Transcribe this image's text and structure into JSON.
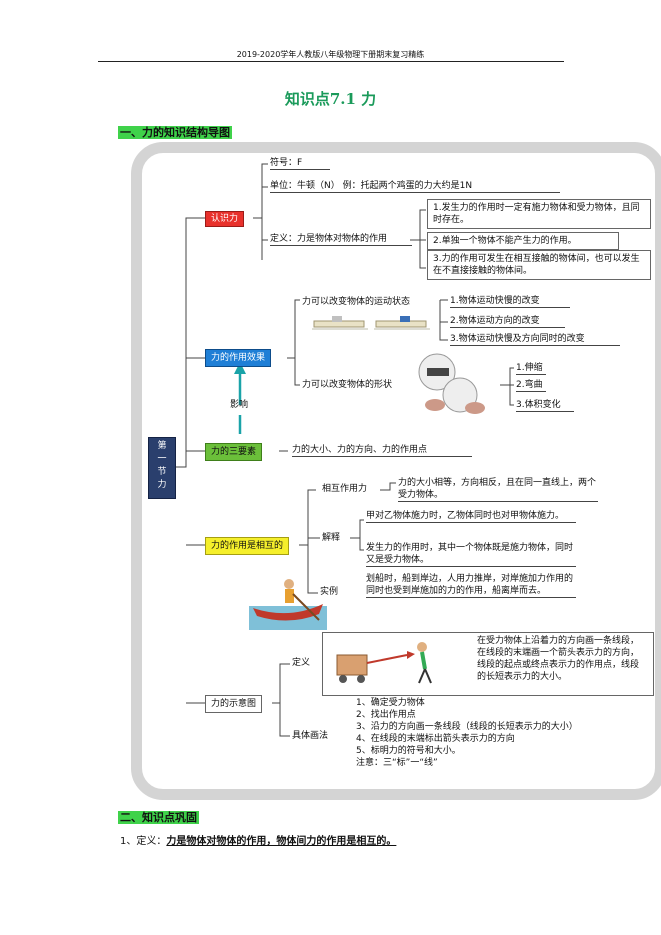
{
  "header": "2019-2020学年人教版八年级物理下册期末复习精练",
  "title": "知识点7.1  力",
  "section1": "一、力的知识结构导图",
  "center_node": "第\n一\n节\n力",
  "nodes": {
    "know_force": "认识力",
    "effect": "力的作用效果",
    "influence": "影响",
    "three_elements": "力的三要素",
    "mutual": "力的作用是相互的",
    "diagram": "力的示意图"
  },
  "know": {
    "symbol": "符号：F",
    "unit": "单位：牛顿（N）    例：托起两个鸡蛋的力大约是1N",
    "definition": "定义：力是物体对物体的作用",
    "def_1": "1.发生力的作用时一定有施力物体和受力物体，且同时存在。",
    "def_2": "2.单独一个物体不能产生力的作用。",
    "def_3": "3.力的作用可发生在相互接触的物体间，也可以发生在不直接接触的物体间。"
  },
  "effect": {
    "motion": "力可以改变物体的运动状态",
    "motion_1": "1.物体运动快慢的改变",
    "motion_2": "2.物体运动方向的改变",
    "motion_3": "3.物体运动快慢及方向同时的改变",
    "shape": "力可以改变物体的形状",
    "shape_1": "1.伸缩",
    "shape_2": "2.弯曲",
    "shape_3": "3.体积变化"
  },
  "three_text": "力的大小、力的方向、力的作用点",
  "mutual": {
    "interact_label": "相互作用力",
    "interact_text": "力的大小相等，方向相反，且在同一直线上，两个受力物体。",
    "explain_label": "解释",
    "explain_1": "甲对乙物体施力时，乙物体同时也对甲物体施力。",
    "explain_2": "发生力的作用时，其中一个物体既是施力物体，同时又是受力物体。",
    "example_label": "实例",
    "example_text": "划船时，船到岸边，人用力推岸，对岸施加力作用的同时也受到岸施加的力的作用，船离岸而去。"
  },
  "diagram": {
    "define_label": "定义",
    "define_text": "在受力物体上沿着力的方向画一条线段，在线段的末端画一个箭头表示力的方向，线段的起点或终点表示力的作用点，线段的长短表示力的大小。",
    "method_label": "具体画法",
    "steps": [
      "1、确定受力物体",
      "2、找出作用点",
      "3、沿力的方向画一条线段（线段的长短表示力的大小）",
      "4、在线段的末端标出箭头表示力的方向",
      "5、标明力的符号和大小。"
    ],
    "note": "注意：三“标”一“线”"
  },
  "section2": "二、知识点巩固",
  "item1_prefix": "1、定义：",
  "item1_text": "力是物体对物体的作用，物体间力的作用是相互的。"
}
